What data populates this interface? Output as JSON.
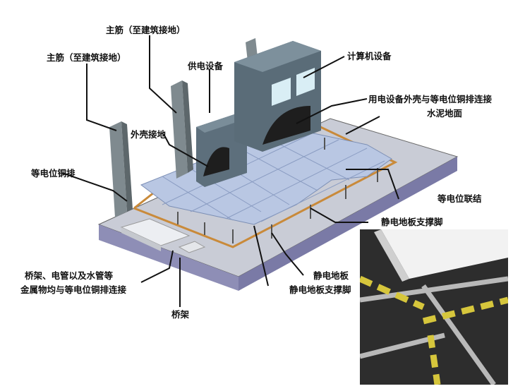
{
  "labels": {
    "main_bar_1": "主筋（至建筑接地）",
    "main_bar_2": "主筋（至建筑接地）",
    "power_equipment": "供电设备",
    "computer_equipment": "计算机设备",
    "shell_to_bar": "用电设备外壳与等电位铜排连接",
    "cement_floor": "水泥地面",
    "shell_ground": "外壳接地",
    "equipotential_bar": "等电位铜排",
    "equipotential_bond": "等电位联结",
    "support_leg_1": "静电地板支撑脚",
    "metal_parts_line1": "桥架、电管以及水管等",
    "metal_parts_line2": "金属物均与等电位铜排连接",
    "antistatic_floor": "静电地板",
    "support_leg_2": "静电地板支撑脚",
    "cable_tray": "桥架"
  },
  "colors": {
    "slab_top": "#c9ccd6",
    "slab_side": "#8f8fb8",
    "floor_tile": "#b9c7e3",
    "cabinet": "#5d6f7c",
    "copper": "#c98a3a",
    "bond_wire": "#d7c63a"
  }
}
